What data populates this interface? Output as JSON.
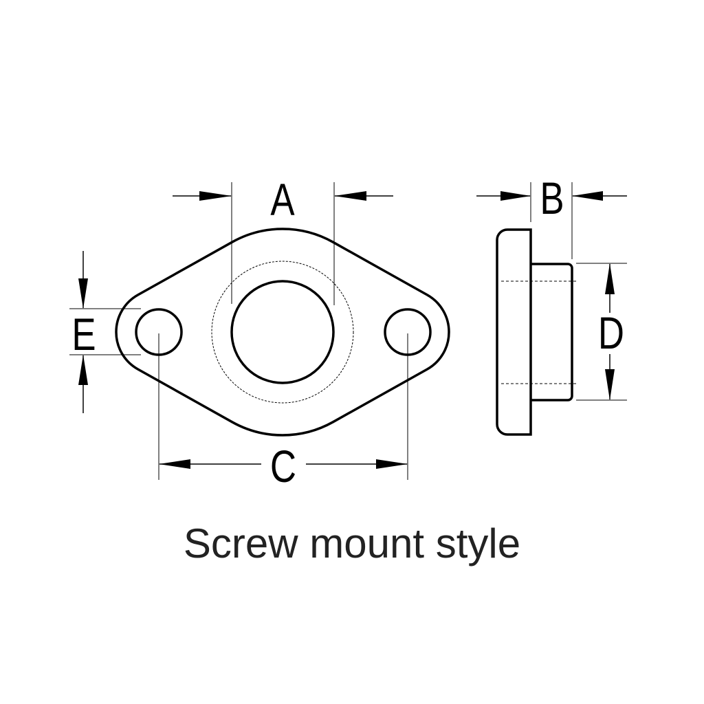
{
  "caption": "Screw mount style",
  "dimensions": {
    "a": "A",
    "b": "B",
    "c": "C",
    "d": "D",
    "e": "E"
  },
  "colors": {
    "line": "#000000",
    "caption": "#222222",
    "background": "#ffffff"
  }
}
